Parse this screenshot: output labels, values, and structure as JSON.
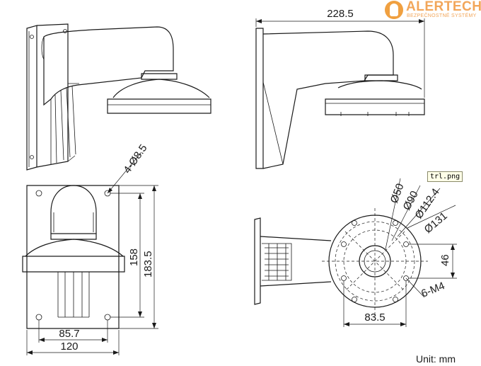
{
  "logo": {
    "name": "ALERTECH",
    "tagline": "BEZPEČNOSTNÉ SYSTÉMY"
  },
  "file_tag": "trl.png",
  "unit_label": "Unit:  mm",
  "dimensions": {
    "side_width": "228.5",
    "hole_spec": "4-Ø8.5",
    "plate_height_outer": "183.5",
    "hole_spacing_vertical": "158",
    "hole_spacing_horizontal": "85.7",
    "plate_width": "120",
    "diameter_50": "Ø50",
    "diameter_90": "Ø90",
    "diameter_112_4": "Ø112.4",
    "diameter_131": "Ø131",
    "mount_holes": "6-M4",
    "hole_offset": "46",
    "hole_pitch": "83.5"
  }
}
